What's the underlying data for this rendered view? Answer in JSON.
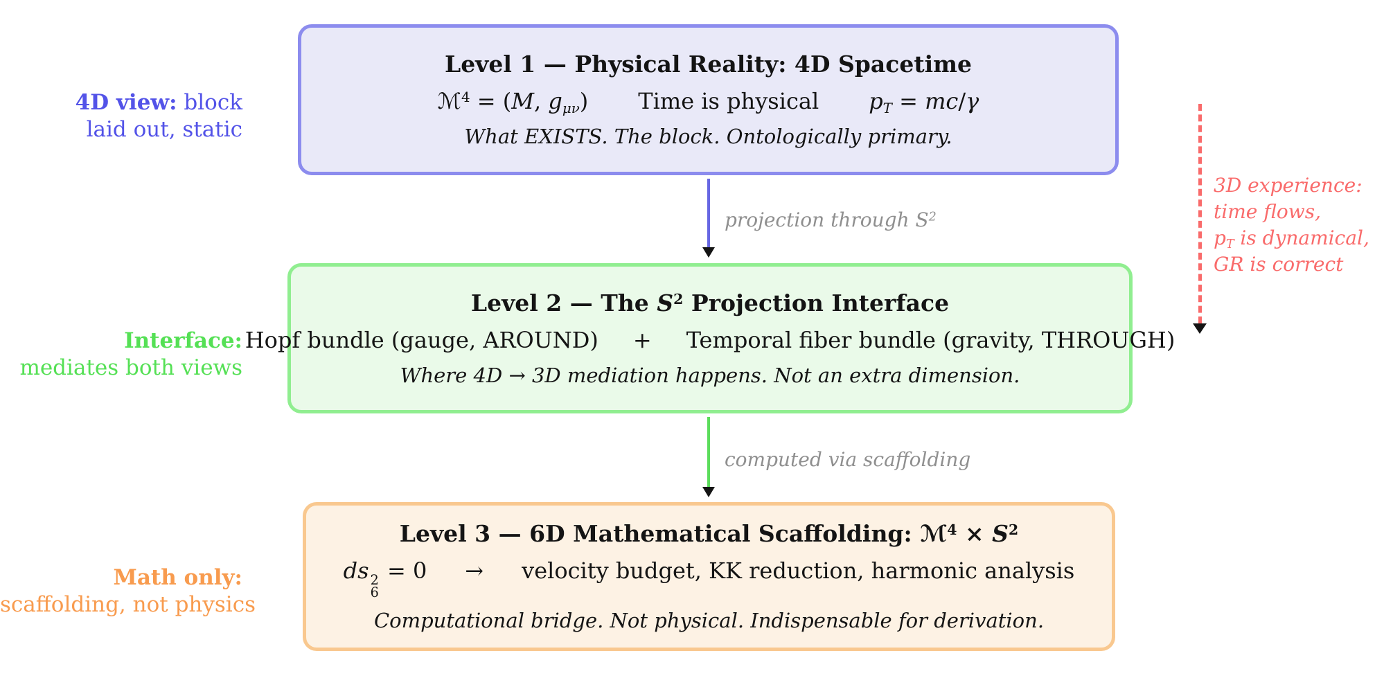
{
  "colors": {
    "level1_border": "#8c8cee",
    "level1_fill": "#e9e9f8",
    "level1_label_text": "#5353e8",
    "level1_arrow": "#6767e3",
    "level2_border": "#90ee90",
    "level2_fill": "#eafae9",
    "level2_label_text": "#55e055",
    "level2_arrow": "#5cdd5c",
    "level3_border": "#f9c88f",
    "level3_fill": "#fdf2e4",
    "level3_label_text": "#f89b4e",
    "experience_arrow": "#f96b6b",
    "muted_arrow_label": "#8f8f8f"
  },
  "left_labels": [
    {
      "bold": "4D view:",
      "rest": " block",
      "line2": "laid out, static"
    },
    {
      "bold": "Interface:",
      "rest": "",
      "line2": "mediates both views"
    },
    {
      "bold": "Math only:",
      "rest": "",
      "line2": "scaffolding, not physics"
    }
  ],
  "boxes": [
    {
      "title": "Level 1 — Physical Reality: 4D Spacetime",
      "cells": [
        [
          {
            "t": "ℳ"
          },
          {
            "t": "4",
            "sup": true
          },
          {
            "t": " = ("
          },
          {
            "t": "M",
            "it": true
          },
          {
            "t": ", "
          },
          {
            "t": "g",
            "it": true
          },
          {
            "t": "μν",
            "sub": true,
            "it": true
          },
          {
            "t": ")"
          }
        ],
        [
          {
            "t": "Time is physical"
          }
        ],
        [
          {
            "t": "p",
            "it": true
          },
          {
            "t": "T",
            "sub": true,
            "it": true
          },
          {
            "t": " = "
          },
          {
            "t": "mc",
            "it": true
          },
          {
            "t": "/"
          },
          {
            "t": "γ",
            "it": true
          }
        ]
      ],
      "note": "What EXISTS. The block. Ontologically primary."
    },
    {
      "title_segs": [
        {
          "t": "Level 2 — The ",
          "bd": true
        },
        {
          "t": "S",
          "it": true
        },
        {
          "t": "2",
          "sup": true
        },
        {
          "t": " Projection Interface",
          "bd": true
        }
      ],
      "cells": [
        [
          {
            "t": "Hopf bundle (gauge, AROUND)"
          }
        ],
        [
          {
            "t": "+"
          }
        ],
        [
          {
            "t": "Temporal fiber bundle (gravity, THROUGH)"
          }
        ]
      ],
      "note": "Where 4D → 3D mediation happens. Not an extra dimension."
    },
    {
      "title_segs": [
        {
          "t": "Level 3 — 6D Mathematical Scaffolding: ",
          "bd": true
        },
        {
          "t": "ℳ"
        },
        {
          "t": "4",
          "sup": true
        },
        {
          "t": " × "
        },
        {
          "t": "S",
          "it": true
        },
        {
          "t": "2",
          "sup": true
        }
      ],
      "cells": [
        [
          {
            "t": "ds",
            "it": true
          },
          {
            "stack": [
              "2",
              "6"
            ]
          },
          {
            "t": " = 0"
          }
        ],
        [
          {
            "t": "→"
          }
        ],
        [
          {
            "t": "velocity budget, KK reduction, harmonic analysis"
          }
        ]
      ],
      "note": "Computational bridge. Not physical. Indispensable for derivation."
    }
  ],
  "arrows": [
    {
      "label_segs": [
        {
          "t": "projection through ",
          "it": true
        },
        {
          "t": "S",
          "it": true
        },
        {
          "t": "2",
          "sup": true,
          "it": true
        }
      ]
    },
    {
      "label_segs": [
        {
          "t": "computed via scaffolding",
          "it": true
        }
      ]
    }
  ],
  "right_note": {
    "lines": [
      [
        {
          "t": "3D experience:",
          "it": true
        }
      ],
      [
        {
          "t": "time flows,",
          "it": true
        }
      ],
      [
        {
          "t": "p",
          "it": true
        },
        {
          "t": "T",
          "sub": true,
          "it": true
        },
        {
          "t": " is dynamical,",
          "it": true
        }
      ],
      [
        {
          "t": "GR is correct",
          "it": true
        }
      ]
    ]
  }
}
